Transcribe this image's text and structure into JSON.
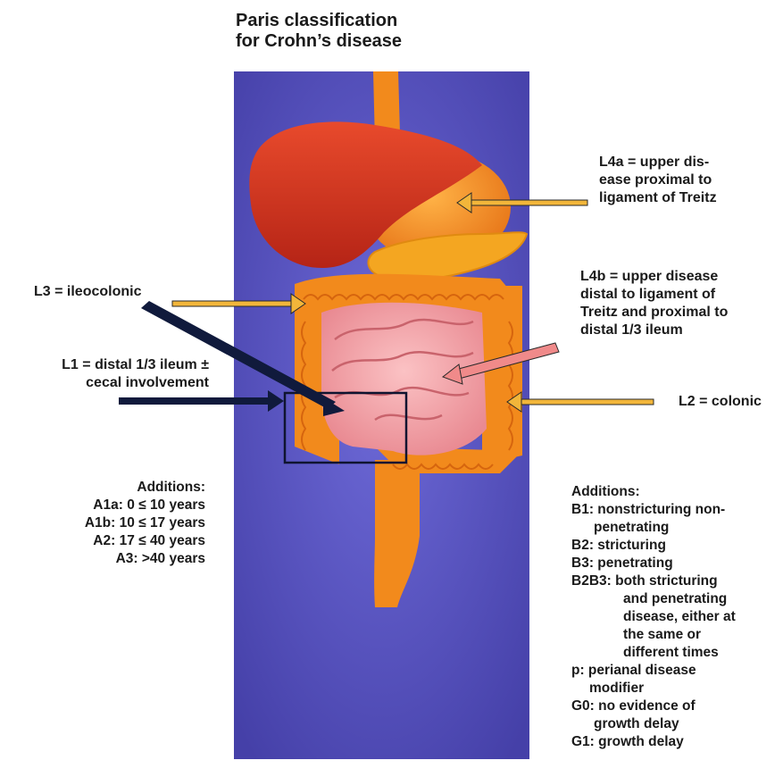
{
  "title": {
    "line1": "Paris classification",
    "line2": "for Crohn’s disease"
  },
  "labels": {
    "l4a": [
      "L4a = upper dis-",
      "ease proximal to",
      "ligament of Treitz"
    ],
    "l4b": [
      "L4b = upper disease",
      "distal to ligament of",
      "Treitz and proximal to",
      "distal 1/3 ileum"
    ],
    "l3": "L3 = ileocolonic",
    "l1": [
      "L1 = distal 1/3 ileum ±",
      "cecal involvement"
    ],
    "l2": "L2 = colonic"
  },
  "additions_age": {
    "heading": "Additions:",
    "items": [
      "A1a: 0 ≤ 10 years",
      "A1b: 10 ≤ 17 years",
      "A2: 17 ≤ 40 years",
      "A3: >40 years"
    ]
  },
  "additions_behavior": {
    "heading": "Additions:",
    "b1": [
      "B1: nonstricturing non-",
      "penetrating"
    ],
    "b2": "B2: stricturing",
    "b3": "B3: penetrating",
    "b2b3": [
      "B2B3: both stricturing",
      "and penetrating",
      "disease, either at",
      "the same or",
      "different times"
    ],
    "p": [
      "p: perianal disease",
      "modifier"
    ],
    "g0": [
      "G0: no evidence of",
      "growth delay"
    ],
    "g1": "G1: growth delay"
  },
  "colors": {
    "panel": "#5b57c6",
    "organ_orange": "#f08a1c",
    "liver_red": "#d8331f",
    "intestine_pink": "#f4a0a6",
    "arrow_yellow": "#f2b63a",
    "arrow_navy": "#101a3c",
    "arrow_pink": "#f08a8a"
  }
}
